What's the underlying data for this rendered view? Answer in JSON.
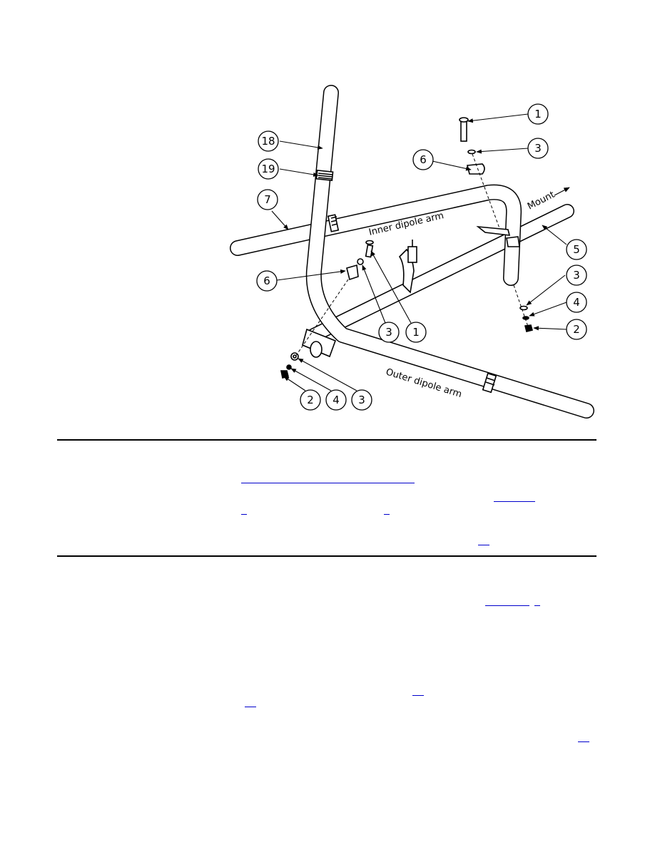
{
  "diagram": {
    "labels": {
      "inner_arm": "Inner dipole arm",
      "outer_arm": "Outer dipole arm",
      "mount": "Mount"
    },
    "callouts": [
      {
        "id": "c1-top",
        "text": "1"
      },
      {
        "id": "c3-top",
        "text": "3"
      },
      {
        "id": "c6-top",
        "text": "6"
      },
      {
        "id": "c18",
        "text": "18"
      },
      {
        "id": "c19",
        "text": "19"
      },
      {
        "id": "c7",
        "text": "7"
      },
      {
        "id": "c5",
        "text": "5"
      },
      {
        "id": "c6-mid",
        "text": "6"
      },
      {
        "id": "c3-mid",
        "text": "3"
      },
      {
        "id": "c1-mid",
        "text": "1"
      },
      {
        "id": "c3-right",
        "text": "3"
      },
      {
        "id": "c4-right",
        "text": "4"
      },
      {
        "id": "c2-right",
        "text": "2"
      },
      {
        "id": "c2-bottom",
        "text": "2"
      },
      {
        "id": "c4-bottom",
        "text": "4"
      },
      {
        "id": "c3-bottom",
        "text": "3"
      }
    ]
  }
}
